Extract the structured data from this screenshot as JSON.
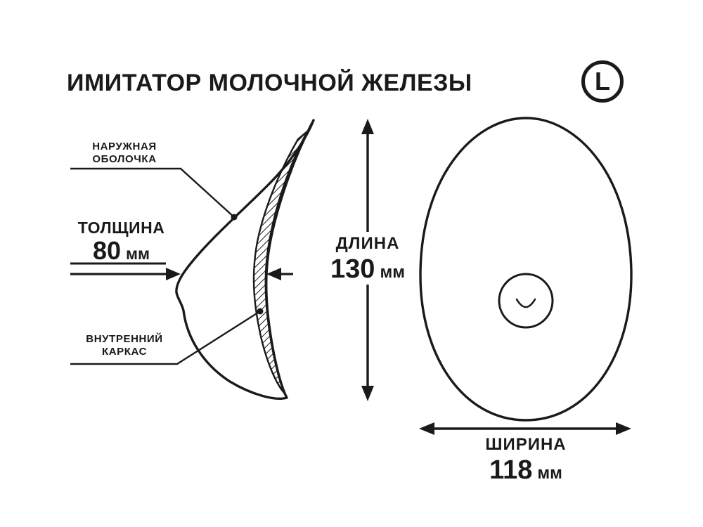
{
  "header": {
    "title": "ИМИТАТОР МОЛОЧНОЙ ЖЕЛЕЗЫ",
    "size_badge": "L"
  },
  "profile": {
    "outer_shell_line1": "НАРУЖНАЯ",
    "outer_shell_line2": "ОБОЛОЧКА",
    "inner_frame_line1": "ВНУТРЕННИЙ",
    "inner_frame_line2": "КАРКАС"
  },
  "dimensions": {
    "thickness": {
      "label": "ТОЛЩИНА",
      "value": "80",
      "unit": "мм"
    },
    "length": {
      "label": "ДЛИНА",
      "value": "130",
      "unit": "мм"
    },
    "width": {
      "label": "ШИРИНА",
      "value": "118",
      "unit": "мм"
    }
  },
  "colors": {
    "ink": "#1a1a1a",
    "background": "#ffffff"
  }
}
